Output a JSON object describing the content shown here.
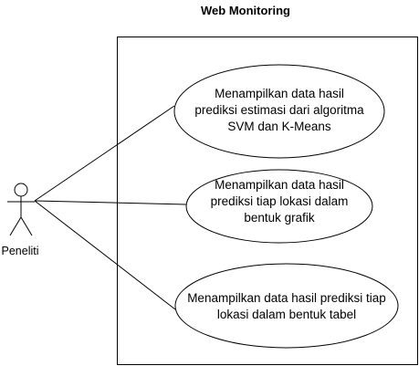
{
  "diagram": {
    "title": "Web Monitoring",
    "actor": {
      "name": "Peneliti"
    },
    "use_cases": [
      {
        "lines": [
          "Menampilkan data hasil",
          "prediksi estimasi dari algoritma",
          "SVM dan K-Means"
        ]
      },
      {
        "lines": [
          "Menampilkan data hasil",
          "prediksi tiap lokasi dalam",
          "bentuk grafik"
        ]
      },
      {
        "lines": [
          "Menampilkan data hasil prediksi tiap",
          "lokasi dalam bentuk tabel"
        ]
      }
    ]
  }
}
